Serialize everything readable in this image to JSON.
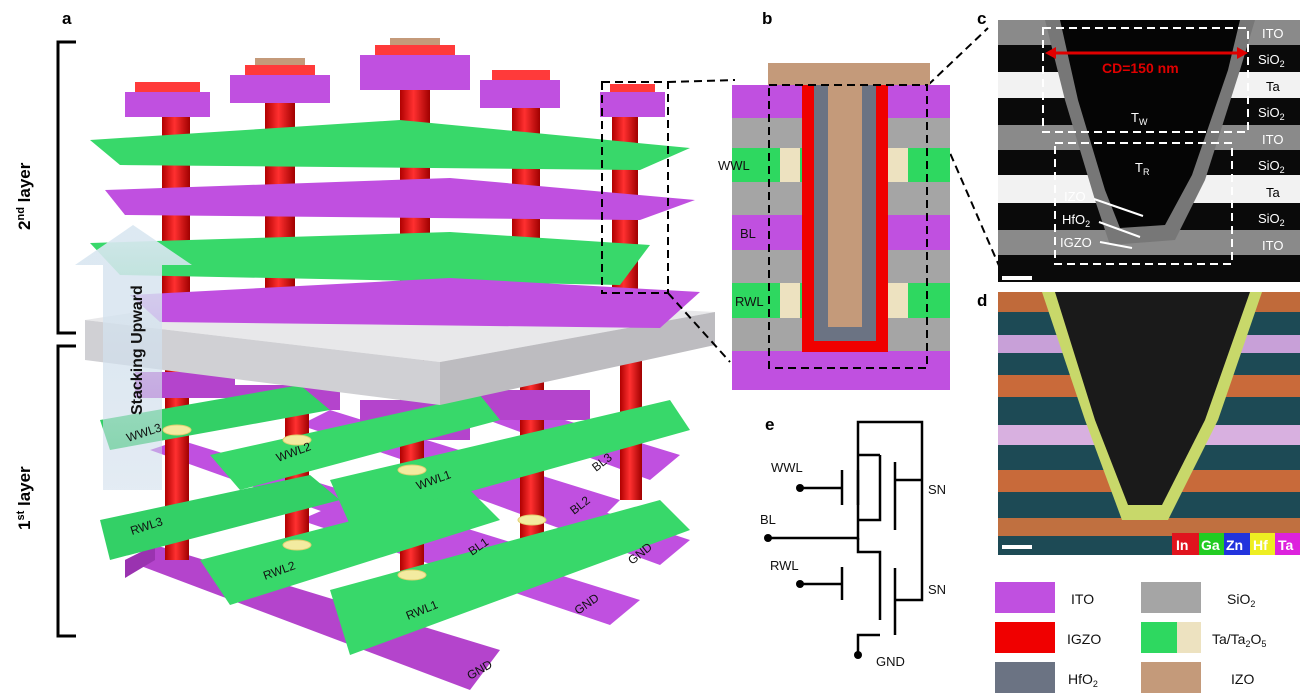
{
  "panels": {
    "a": "a",
    "b": "b",
    "c": "c",
    "d": "d",
    "e": "e"
  },
  "panel_a": {
    "layer2": {
      "num": "2",
      "sup": "nd",
      "text": " layer"
    },
    "layer1": {
      "num": "1",
      "sup": "st",
      "text": " layer"
    },
    "arrow_label": "Stacking Upward",
    "lines": [
      "WWL3",
      "WWL2",
      "WWL1",
      "BL3",
      "BL2",
      "BL1",
      "RWL3",
      "RWL2",
      "RWL1",
      "GND",
      "GND",
      "GND"
    ]
  },
  "panel_b": {
    "labels": [
      "WWL",
      "BL",
      "RWL"
    ]
  },
  "panel_c": {
    "cd_label": "CD=150 nm",
    "tw": {
      "base": "T",
      "sub": "W"
    },
    "tr": {
      "base": "T",
      "sub": "R"
    },
    "layers": [
      {
        "base": "ITO",
        "sub": ""
      },
      {
        "base": "SiO",
        "sub": "2"
      },
      {
        "base": "Ta",
        "sub": ""
      },
      {
        "base": "SiO",
        "sub": "2"
      },
      {
        "base": "ITO",
        "sub": ""
      },
      {
        "base": "SiO",
        "sub": "2"
      },
      {
        "base": "Ta",
        "sub": ""
      },
      {
        "base": "SiO",
        "sub": "2"
      },
      {
        "base": "ITO",
        "sub": ""
      }
    ],
    "channel_labels": [
      {
        "base": "IZO",
        "sub": ""
      },
      {
        "base": "HfO",
        "sub": "2"
      },
      {
        "base": "IGZO",
        "sub": ""
      }
    ]
  },
  "panel_d": {
    "elements": [
      {
        "name": "In",
        "color": "#e0141e"
      },
      {
        "name": "Ga",
        "color": "#22cc22"
      },
      {
        "name": "Zn",
        "color": "#2233dd"
      },
      {
        "name": "Hf",
        "color": "#eeee22"
      },
      {
        "name": "Ta",
        "color": "#dd22dd"
      }
    ]
  },
  "panel_e": {
    "labels": [
      "WWL",
      "BL",
      "RWL",
      "SN",
      "SN",
      "GND"
    ]
  },
  "legend": [
    {
      "label": "ITO",
      "sub": "",
      "color": "#c050e0"
    },
    {
      "label": "SiO",
      "sub": "2",
      "color": "#a5a5a5"
    },
    {
      "label": "IGZO",
      "sub": "",
      "color": "#f00000"
    },
    {
      "label": "Ta/Ta",
      "sub": "2",
      "tail": "O",
      "sub2": "5",
      "color": "#2ed860",
      "color2": "#ede2c0"
    },
    {
      "label": "HfO",
      "sub": "2",
      "color": "#6b7383"
    },
    {
      "label": "IZO",
      "sub": "",
      "color": "#c49a7a"
    }
  ]
}
